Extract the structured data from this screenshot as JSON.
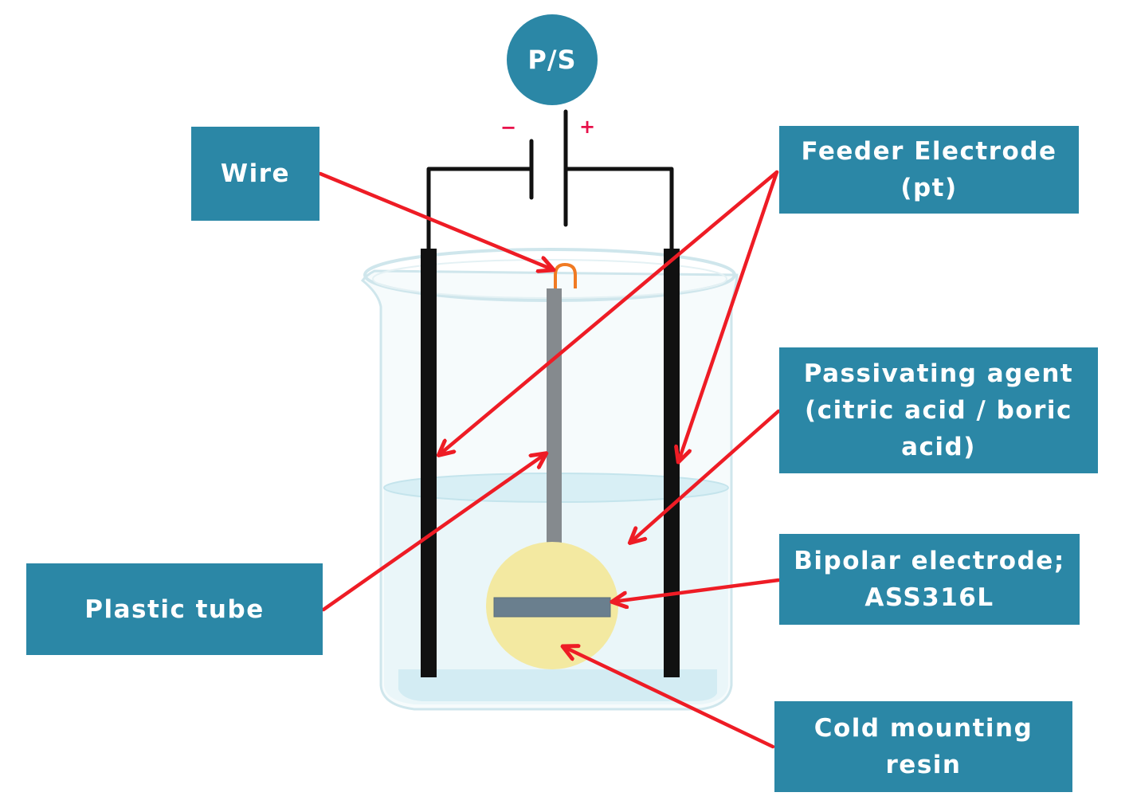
{
  "power_supply": {
    "label": "P/S",
    "negative_sign": "−",
    "positive_sign": "+"
  },
  "labels": {
    "wire": "Wire",
    "feeder_electrode": "Feeder Electrode\n(pt)",
    "passivating_agent": "Passivating agent\n(citric acid / boric\nacid)",
    "plastic_tube": "Plastic tube",
    "bipolar_electrode": "Bipolar electrode;\nASS316L",
    "cold_mounting_resin": "Cold mounting\nresin"
  },
  "colors": {
    "label_bg": "#2b87a6",
    "arrow": "#ee1c25",
    "electrode": "#111111",
    "resin": "#f3e9a1",
    "sample": "#6a7f8e",
    "tube": "#858a8e",
    "wire_hook": "#f07a23",
    "solution": "#d8eff5"
  }
}
